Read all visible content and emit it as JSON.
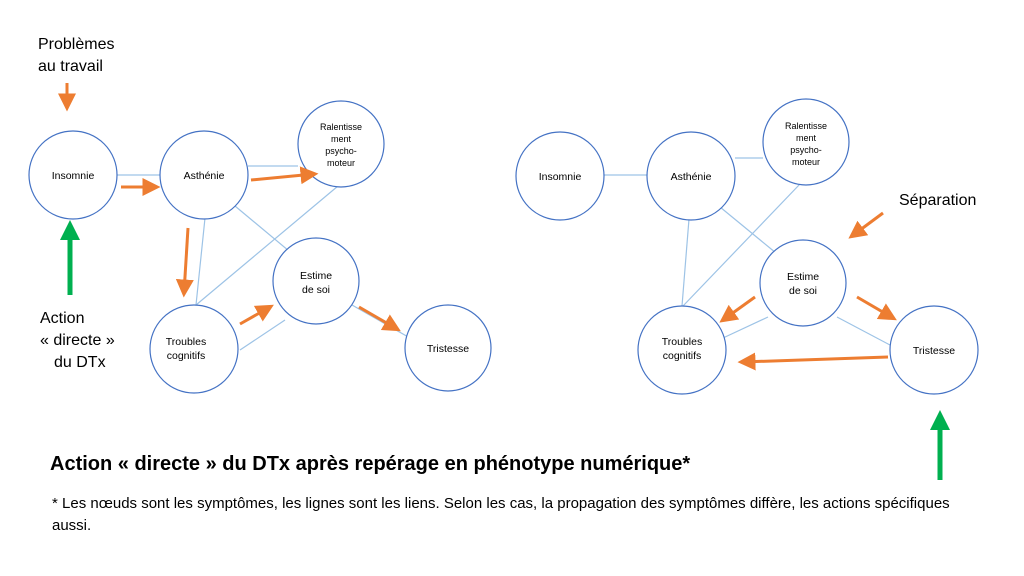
{
  "left_diagram": {
    "nodes": {
      "insomnie": [
        "Insomnie"
      ],
      "asthenie": [
        "Asthénie"
      ],
      "ralentissement": [
        "Ralentisse",
        "ment",
        "psycho-",
        "moteur"
      ],
      "estime": [
        "Estime",
        "de soi"
      ],
      "troubles": [
        "Troubles",
        "cognitifs"
      ],
      "tristesse": [
        "Tristesse"
      ]
    },
    "labels": {
      "trigger": [
        "Problèmes",
        "au travail"
      ],
      "action": [
        "Action",
        "« directe »",
        "du DTx"
      ]
    }
  },
  "right_diagram": {
    "nodes": {
      "insomnie": [
        "Insomnie"
      ],
      "asthenie": [
        "Asthénie"
      ],
      "ralentissement": [
        "Ralentisse",
        "ment",
        "psycho-",
        "moteur"
      ],
      "estime": [
        "Estime",
        "de soi"
      ],
      "troubles": [
        "Troubles",
        "cognitifs"
      ],
      "tristesse": [
        "Tristesse"
      ]
    },
    "labels": {
      "trigger": [
        "Séparation"
      ]
    }
  },
  "title": "Action « directe » du DTx après repérage en phénotype numérique*",
  "footnote": "* Les nœuds sont les symptômes, les lignes sont les liens. Selon les cas, la propagation des symptômes diffère, les actions spécifiques aussi.",
  "colors": {
    "node_stroke": "#4472c4",
    "edge": "#9dc3e6",
    "propagation_arrow": "#ed7d31",
    "dtx_action_arrow": "#00b050"
  }
}
